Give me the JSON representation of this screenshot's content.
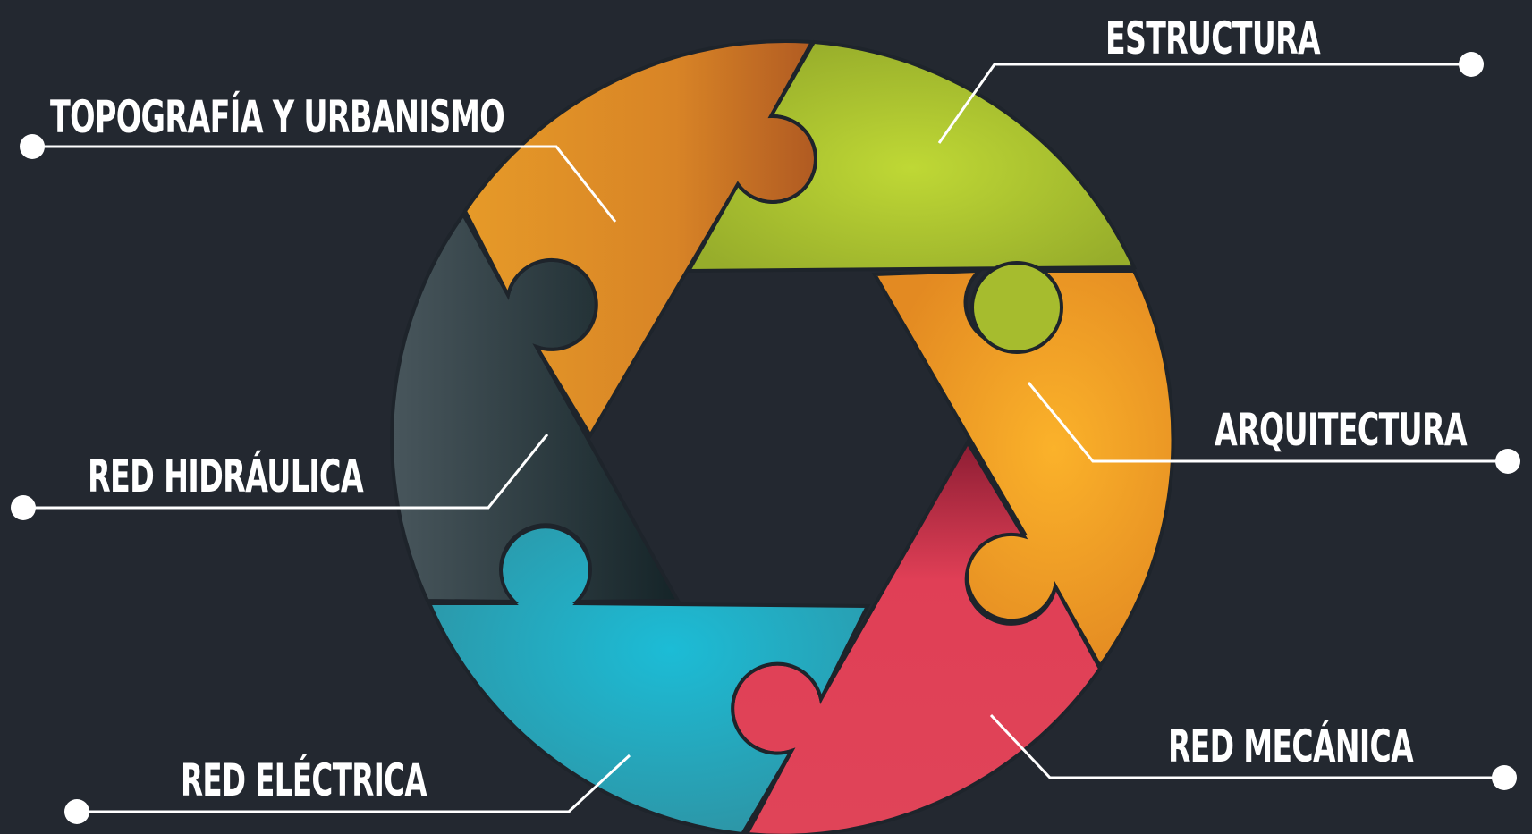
{
  "labels": {
    "estructura": "ESTRUCTURA",
    "topografia": "TOPOGRAFÍA Y URBANISMO",
    "arquitectura": "ARQUITECTURA",
    "red_hidraulica": "RED HIDRÁULICA",
    "red_mecanica": "RED MECÁNICA",
    "red_electrica": "RED ELÉCTRICA"
  },
  "colors": {
    "background": "#232830",
    "estructura": "#b5cc34",
    "arquitectura": "#f5a623",
    "red_mecanica": "#e03f56",
    "red_electrica": "#1fb4cc",
    "red_hidraulica": "#2f3c42",
    "topografia": "#e2922a",
    "leader": "#ffffff"
  }
}
